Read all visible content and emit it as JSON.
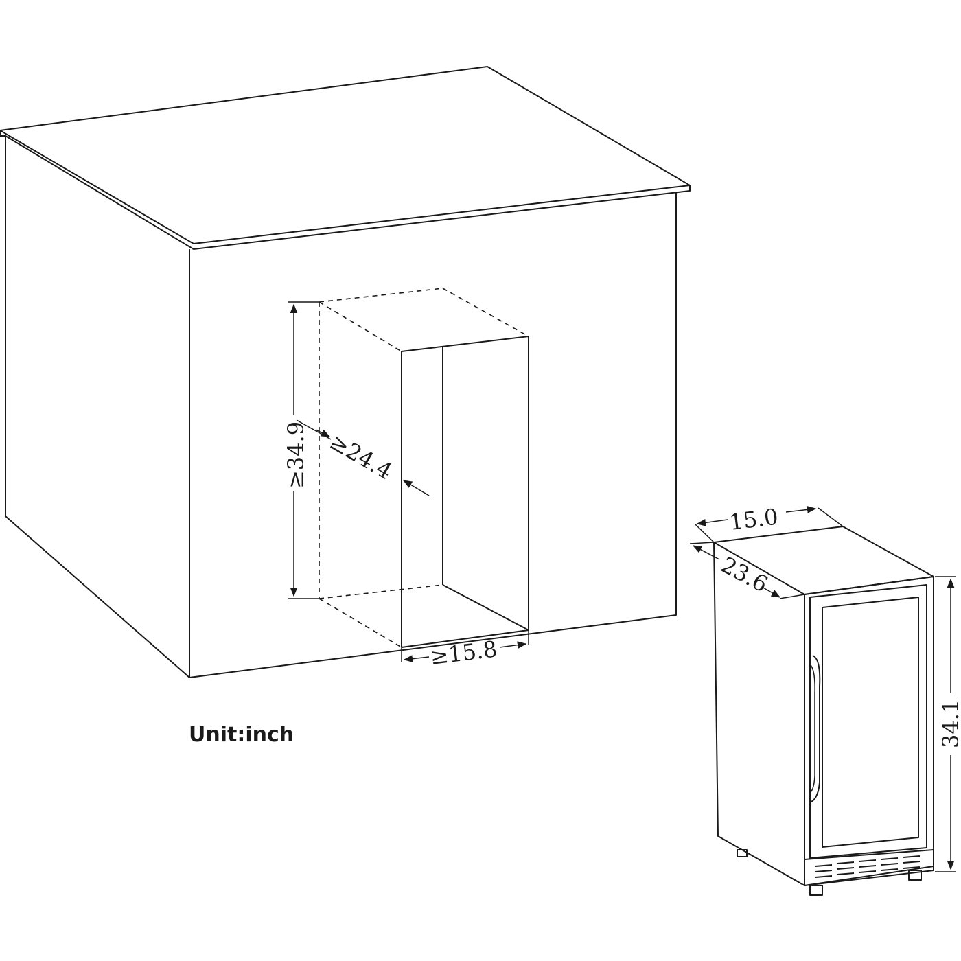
{
  "unit_label": "Unit:inch",
  "cutout_dimensions": {
    "height": "≥34.9",
    "depth": "≥24.4",
    "width": "≥15.8"
  },
  "appliance_dimensions": {
    "width": "15.0",
    "depth": "23.6",
    "height": "34.1"
  }
}
